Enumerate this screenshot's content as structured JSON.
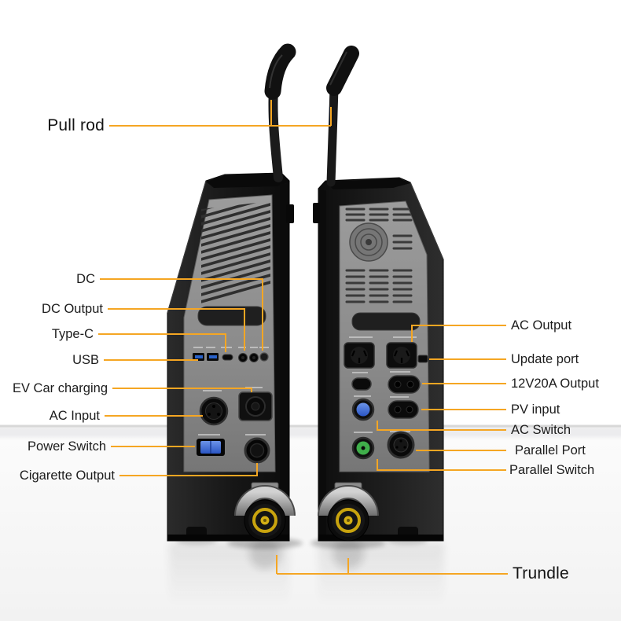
{
  "colors": {
    "callout_line": "#F5A623",
    "label_text": "#1C1C1C",
    "background": "#FFFFFF",
    "device_body": "#161616",
    "panel_gray": "#8F8F8F",
    "wheel_rim_yellow": "#C9A40E",
    "power_switch_blue": "#3565D0",
    "parallel_switch_green": "#3FAE4A"
  },
  "callouts_left": [
    {
      "id": "pull-rod",
      "label": "Pull rod"
    },
    {
      "id": "dc",
      "label": "DC"
    },
    {
      "id": "dc-output",
      "label": "DC Output"
    },
    {
      "id": "type-c",
      "label": "Type-C"
    },
    {
      "id": "usb",
      "label": "USB"
    },
    {
      "id": "ev-car-charging",
      "label": "EV Car charging"
    },
    {
      "id": "ac-input",
      "label": "AC Input"
    },
    {
      "id": "power-switch",
      "label": "Power Switch"
    },
    {
      "id": "cigarette-output",
      "label": "Cigarette Output"
    }
  ],
  "callouts_right": [
    {
      "id": "ac-output",
      "label": "AC Output"
    },
    {
      "id": "update-port",
      "label": "Update port"
    },
    {
      "id": "12v20a-output",
      "label": "12V20A Output"
    },
    {
      "id": "pv-input",
      "label": "PV input"
    },
    {
      "id": "ac-switch",
      "label": "AC Switch"
    },
    {
      "id": "parallel-port",
      "label": "Parallel Port"
    },
    {
      "id": "parallel-switch",
      "label": "Parallel Switch"
    },
    {
      "id": "trundle",
      "label": "Trundle"
    }
  ]
}
